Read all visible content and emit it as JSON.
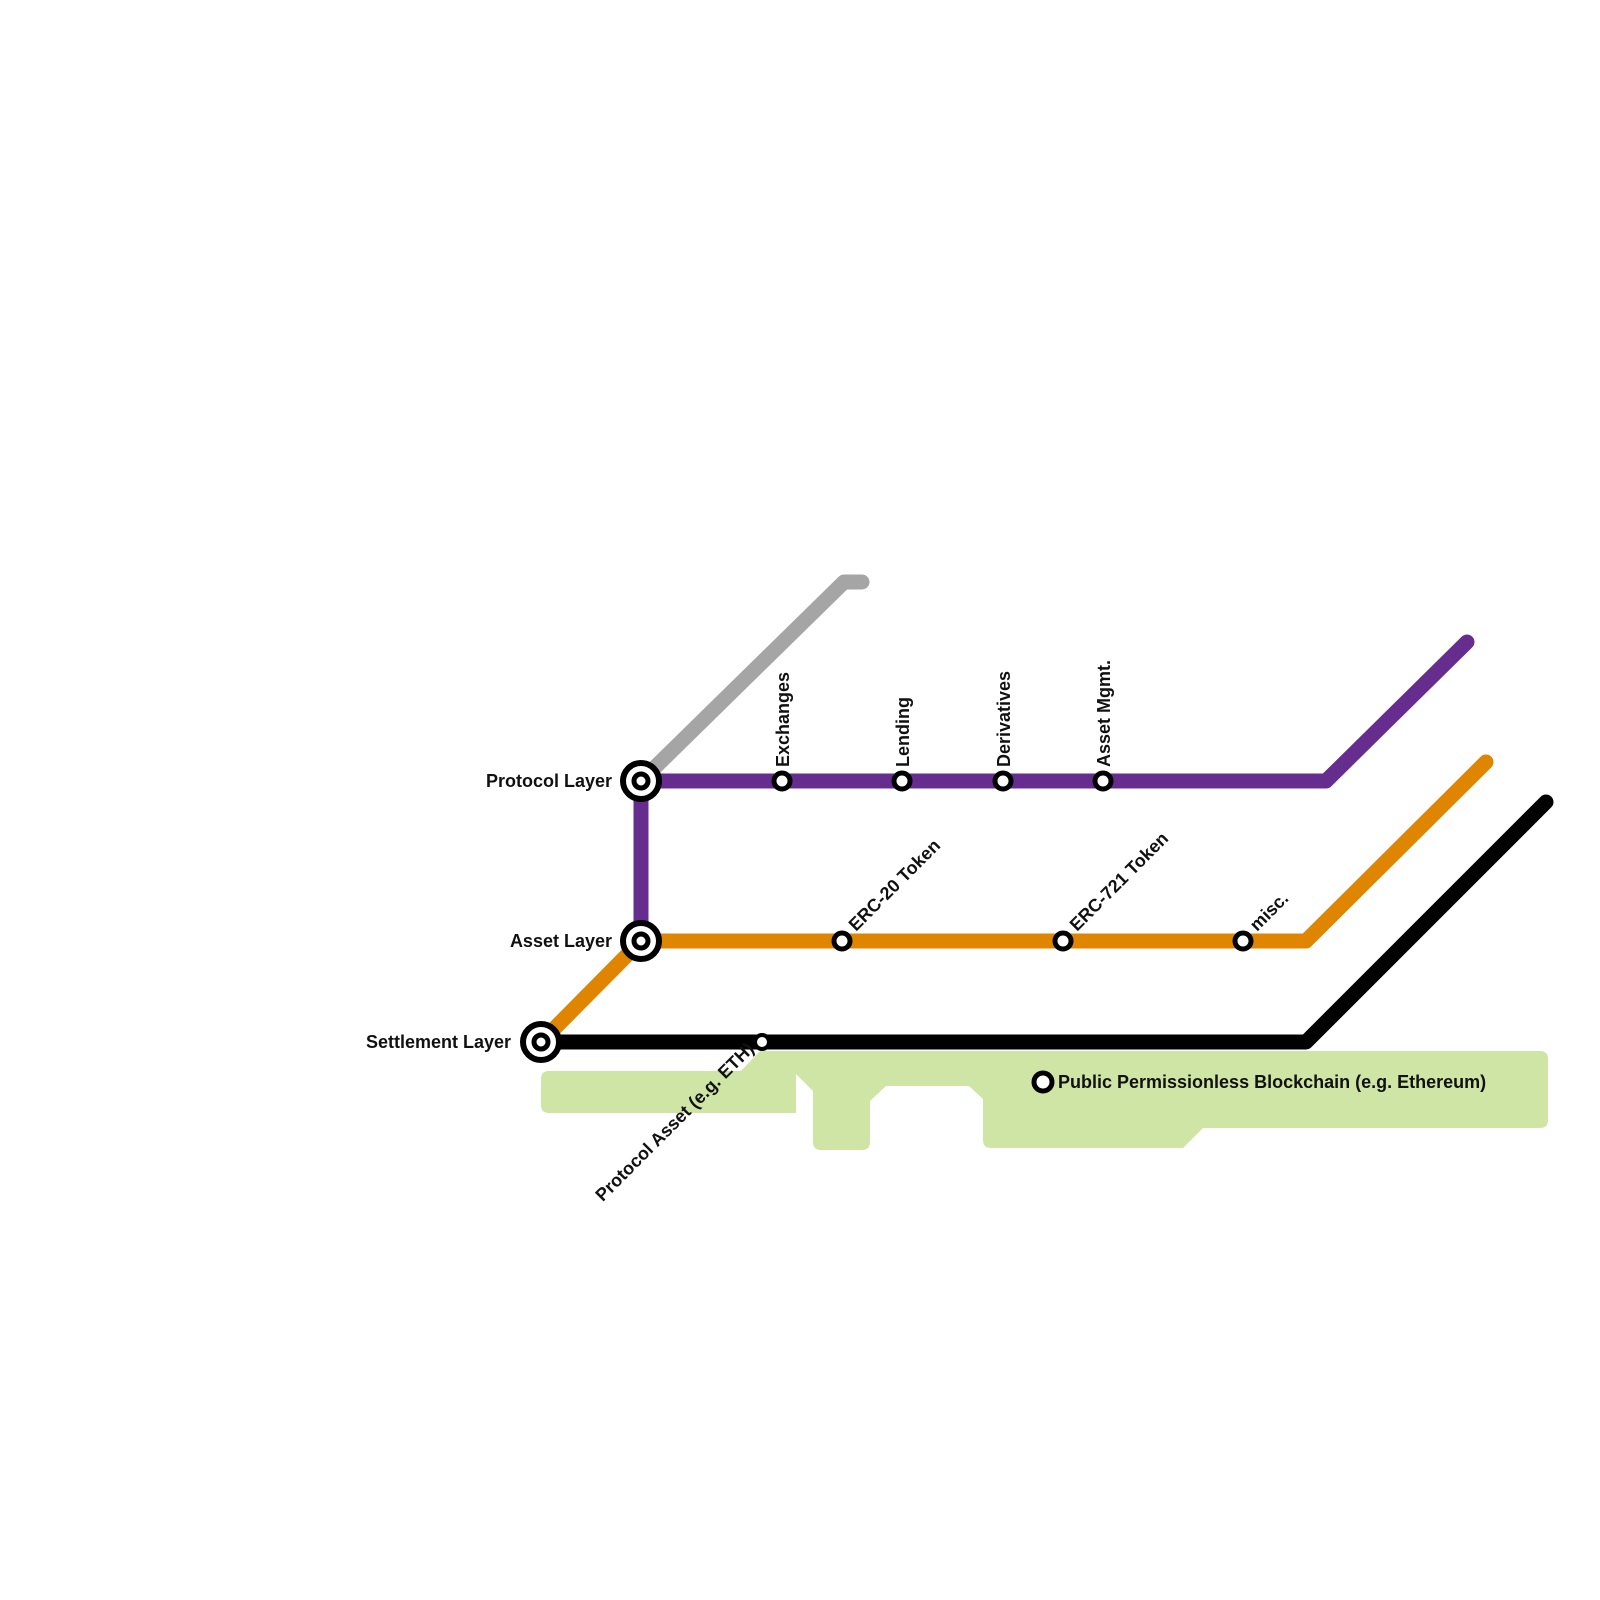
{
  "colors": {
    "protocol_line": "#662d8f",
    "asset_line": "#df8500",
    "settlement_line": "#000000",
    "gray_line": "#a5a5a5",
    "water_area": "#cfe5a6",
    "station_fill": "#ffffff",
    "station_outline": "#000000"
  },
  "interchanges": {
    "protocol_layer": "Protocol Layer",
    "asset_layer": "Asset Layer",
    "settlement_layer": "Settlement Layer"
  },
  "protocol_stations": [
    {
      "label": "Exchanges"
    },
    {
      "label": "Lending"
    },
    {
      "label": "Derivatives"
    },
    {
      "label": "Asset Mgmt."
    }
  ],
  "asset_stations": [
    {
      "label": "ERC-20 Token"
    },
    {
      "label": "ERC-721 Token"
    },
    {
      "label": "misc."
    }
  ],
  "settlement_stations": [
    {
      "label": "Protocol Asset (e.g. ETH)"
    }
  ],
  "region": {
    "label": "Public Permissionless Blockchain (e.g. Ethereum)"
  }
}
